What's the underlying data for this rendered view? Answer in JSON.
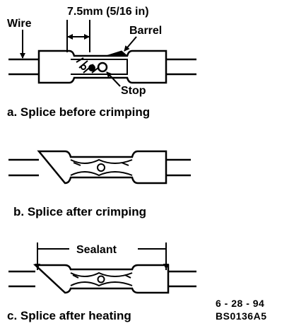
{
  "labels": {
    "dimension": "7.5mm (5/16 in)",
    "wire": "Wire",
    "barrel": "Barrel",
    "stop": "Stop",
    "sealant": "Sealant"
  },
  "captions": {
    "a": "a.  Splice before crimping",
    "b": "b.  Splice after crimping",
    "c": "c.  Splice after heating"
  },
  "reference": {
    "date": "6 - 28 - 94",
    "code": "BS0136A5"
  }
}
